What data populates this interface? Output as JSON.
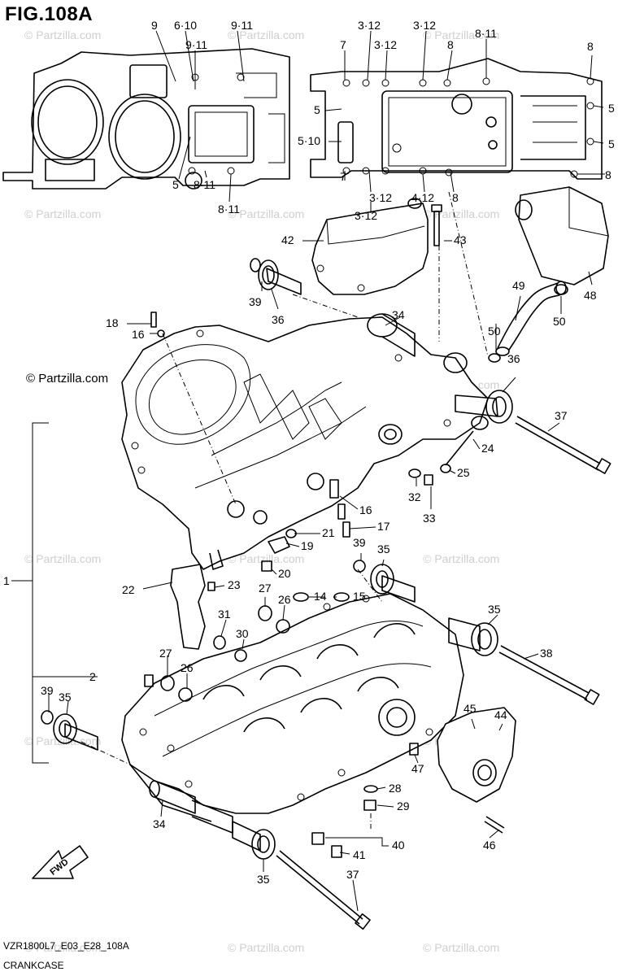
{
  "figure": {
    "title": "FIG.108A",
    "model_code": "VZR1800L7_E03_E28_108A",
    "section_name": "CRANKCASE",
    "watermark": "© Partzilla.com",
    "watermark_prominent": "© Partzilla.com",
    "fwd_label": "FWD"
  },
  "callouts": {
    "c_9": "9",
    "c_6_10": "6·10",
    "c_9_11_a": "9·11",
    "c_9_11_b": "9·11",
    "c_5_left": "5",
    "c_8_11_a": "8·11",
    "c_8_11_b": "8·11",
    "c_3_12_a": "3·12",
    "c_3_12_b": "3·12",
    "c_3_12_c": "3·12",
    "c_3_12_d": "3·12",
    "c_3_12_e": "3·12",
    "c_7_a": "7",
    "c_7_b": "7",
    "c_8_a": "8",
    "c_8_11_c": "8·11",
    "c_8_b": "8",
    "c_5_a": "5",
    "c_5_10": "5·10",
    "c_5_b": "5",
    "c_5_c": "5",
    "c_8_c": "8",
    "c_8_d": "8",
    "c_4_12": "4·12",
    "c_42": "42",
    "c_43": "43",
    "c_39_a": "39",
    "c_36_a": "36",
    "c_48": "48",
    "c_49": "49",
    "c_50_a": "50",
    "c_50_b": "50",
    "c_18": "18",
    "c_16_a": "16",
    "c_34_a": "34",
    "c_36_b": "36",
    "c_37_a": "37",
    "c_24": "24",
    "c_25": "25",
    "c_32": "32",
    "c_33": "33",
    "c_16_b": "16",
    "c_17": "17",
    "c_21": "21",
    "c_19": "19",
    "c_20": "20",
    "c_39_b": "39",
    "c_35_a": "35",
    "c_1": "1",
    "c_22": "22",
    "c_23": "23",
    "c_27_a": "27",
    "c_14": "14",
    "c_15": "15",
    "c_26_a": "26",
    "c_31": "31",
    "c_30": "30",
    "c_35_b": "35",
    "c_38": "38",
    "c_27_b": "27",
    "c_2": "2",
    "c_26_b": "26",
    "c_39_c": "39",
    "c_35_c": "35",
    "c_45": "45",
    "c_44": "44",
    "c_47": "47",
    "c_28": "28",
    "c_29": "29",
    "c_34_b": "34",
    "c_46": "46",
    "c_40": "40",
    "c_41": "41",
    "c_35_d": "35",
    "c_37_b": "37"
  }
}
